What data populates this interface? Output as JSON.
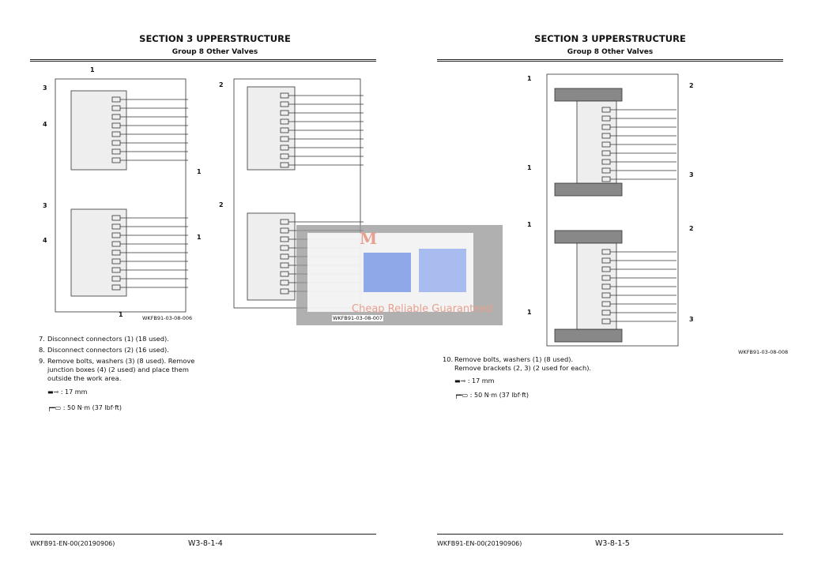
{
  "left_page": {
    "section_title": "SECTION 3 UPPERSTRUCTURE",
    "group_title": "Group 8 Other Valves",
    "figure1": {
      "caption": "WKFB91-03-08-006",
      "callouts": [
        "1",
        "3",
        "4",
        "1",
        "3",
        "4",
        "1",
        "1"
      ]
    },
    "figure2": {
      "caption": "WKFB91-03-08-007",
      "callouts": [
        "2",
        "2"
      ]
    },
    "steps": [
      {
        "num": "7.",
        "text": "Disconnect connectors (1) (18 used)."
      },
      {
        "num": "8.",
        "text": "Disconnect connectors (2) (16 used)."
      },
      {
        "num": "9.",
        "text": "Remove bolts, washers (3) (8 used). Remove junction boxes (4) (2 used) and place them outside the work area."
      }
    ],
    "wrench_spec": ": 17 mm",
    "torque_spec": ": 50 N·m (37 lbf·ft)",
    "footer_doc": "WKFB91-EN-00(20190906)",
    "footer_page": "W3-8-1-4"
  },
  "right_page": {
    "section_title": "SECTION 3 UPPERSTRUCTURE",
    "group_title": "Group 8 Other Valves",
    "figure": {
      "caption": "WKFB91-03-08-008",
      "callouts": [
        "1",
        "2",
        "1",
        "3",
        "1",
        "2",
        "1",
        "3"
      ]
    },
    "steps": [
      {
        "num": "10.",
        "text": "Remove bolts, washers (1) (8 used). Remove brackets (2, 3) (2 used for each)."
      }
    ],
    "wrench_spec": ": 17 mm",
    "torque_spec": ": 50 N·m (37 lbf·ft)",
    "footer_doc": "WKFB91-EN-00(20190906)",
    "footer_page": "W3-8-1-5"
  },
  "watermark": {
    "logo_text": "M",
    "slogan": "Cheap Reliable Guaranteed"
  }
}
